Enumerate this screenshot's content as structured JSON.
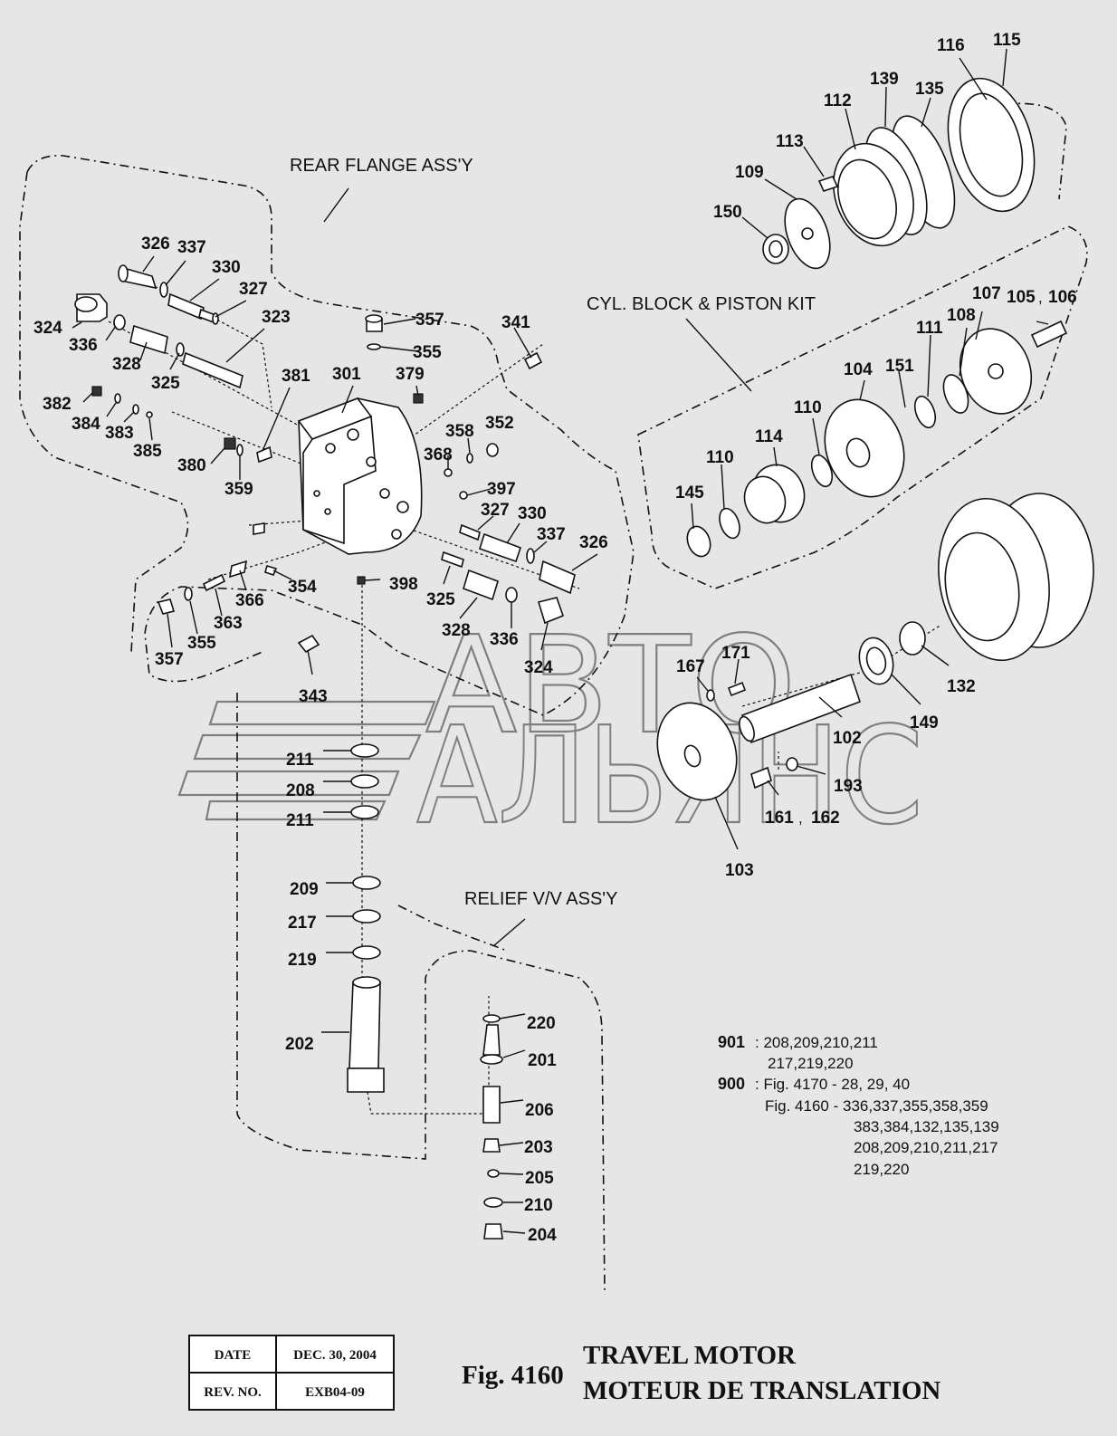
{
  "assemblies": {
    "rear_flange": "REAR FLANGE ASS'Y",
    "cyl_block": "CYL. BLOCK & PISTON KIT",
    "relief_valve": "RELIEF V/V ASS'Y"
  },
  "callouts": [
    {
      "id": "c116",
      "text": "116"
    },
    {
      "id": "c115",
      "text": "115"
    },
    {
      "id": "c139",
      "text": "139"
    },
    {
      "id": "c135",
      "text": "135"
    },
    {
      "id": "c112",
      "text": "112"
    },
    {
      "id": "c113",
      "text": "113"
    },
    {
      "id": "c109",
      "text": "109"
    },
    {
      "id": "c150",
      "text": "150"
    },
    {
      "id": "c326a",
      "text": "326"
    },
    {
      "id": "c337a",
      "text": "337"
    },
    {
      "id": "c330a",
      "text": "330"
    },
    {
      "id": "c327a",
      "text": "327"
    },
    {
      "id": "c323",
      "text": "323"
    },
    {
      "id": "c324a",
      "text": "324"
    },
    {
      "id": "c336a",
      "text": "336"
    },
    {
      "id": "c328a",
      "text": "328"
    },
    {
      "id": "c325a",
      "text": "325"
    },
    {
      "id": "c357a",
      "text": "357"
    },
    {
      "id": "c355a",
      "text": "355"
    },
    {
      "id": "c341",
      "text": "341"
    },
    {
      "id": "c301",
      "text": "301"
    },
    {
      "id": "c381",
      "text": "381"
    },
    {
      "id": "c379",
      "text": "379"
    },
    {
      "id": "c382",
      "text": "382"
    },
    {
      "id": "c384",
      "text": "384"
    },
    {
      "id": "c383",
      "text": "383"
    },
    {
      "id": "c385",
      "text": "385"
    },
    {
      "id": "c358",
      "text": "358"
    },
    {
      "id": "c352",
      "text": "352"
    },
    {
      "id": "c380",
      "text": "380"
    },
    {
      "id": "c359",
      "text": "359"
    },
    {
      "id": "c368",
      "text": "368"
    },
    {
      "id": "c397",
      "text": "397"
    },
    {
      "id": "c327b",
      "text": "327"
    },
    {
      "id": "c330b",
      "text": "330"
    },
    {
      "id": "c337b",
      "text": "337"
    },
    {
      "id": "c326b",
      "text": "326"
    },
    {
      "id": "c354",
      "text": "354"
    },
    {
      "id": "c366",
      "text": "366"
    },
    {
      "id": "c398",
      "text": "398"
    },
    {
      "id": "c325b",
      "text": "325"
    },
    {
      "id": "c363",
      "text": "363"
    },
    {
      "id": "c355b",
      "text": "355"
    },
    {
      "id": "c357b",
      "text": "357"
    },
    {
      "id": "c328b",
      "text": "328"
    },
    {
      "id": "c336b",
      "text": "336"
    },
    {
      "id": "c324b",
      "text": "324"
    },
    {
      "id": "c343",
      "text": "343"
    },
    {
      "id": "c107",
      "text": "107"
    },
    {
      "id": "c105",
      "text": "105"
    },
    {
      "id": "c106",
      "text": "106"
    },
    {
      "id": "c111",
      "text": "111"
    },
    {
      "id": "c108",
      "text": "108"
    },
    {
      "id": "c104",
      "text": "104"
    },
    {
      "id": "c151",
      "text": "151"
    },
    {
      "id": "c110a",
      "text": "110"
    },
    {
      "id": "c114",
      "text": "114"
    },
    {
      "id": "c110b",
      "text": "110"
    },
    {
      "id": "c145",
      "text": "145"
    },
    {
      "id": "c167",
      "text": "167"
    },
    {
      "id": "c171",
      "text": "171"
    },
    {
      "id": "c132",
      "text": "132"
    },
    {
      "id": "c149",
      "text": "149"
    },
    {
      "id": "c102",
      "text": "102"
    },
    {
      "id": "c193",
      "text": "193"
    },
    {
      "id": "c161",
      "text": "161"
    },
    {
      "id": "c162",
      "text": "162"
    },
    {
      "id": "c103",
      "text": "103"
    },
    {
      "id": "c211a",
      "text": "211"
    },
    {
      "id": "c208",
      "text": "208"
    },
    {
      "id": "c211b",
      "text": "211"
    },
    {
      "id": "c209",
      "text": "209"
    },
    {
      "id": "c217",
      "text": "217"
    },
    {
      "id": "c219",
      "text": "219"
    },
    {
      "id": "c202",
      "text": "202"
    },
    {
      "id": "c220",
      "text": "220"
    },
    {
      "id": "c201",
      "text": "201"
    },
    {
      "id": "c206",
      "text": "206"
    },
    {
      "id": "c203",
      "text": "203"
    },
    {
      "id": "c205",
      "text": "205"
    },
    {
      "id": "c210",
      "text": "210"
    },
    {
      "id": "c204",
      "text": "204"
    }
  ],
  "comma": ",",
  "kits": {
    "k901_label": "901",
    "k901_line1": ": 208,209,210,211",
    "k901_line2": "217,219,220",
    "k900_label": "900",
    "k900_line1": ": Fig. 4170 - 28, 29, 40",
    "k900_line2": "Fig. 4160 - 336,337,355,358,359",
    "k900_line3": "383,384,132,135,139",
    "k900_line4": "208,209,210,211,217",
    "k900_line5": "219,220"
  },
  "revision_table": {
    "date_label": "DATE",
    "date_value": "DEC. 30, 2004",
    "rev_label": "REV. NO.",
    "rev_value": "EXB04-09"
  },
  "figure": {
    "number": "Fig. 4160",
    "title_en": "TRAVEL MOTOR",
    "title_fr": "MOTEUR DE TRANSLATION"
  },
  "watermark": {
    "line1": "АВТО",
    "line2": "АЛЬЯНС"
  }
}
